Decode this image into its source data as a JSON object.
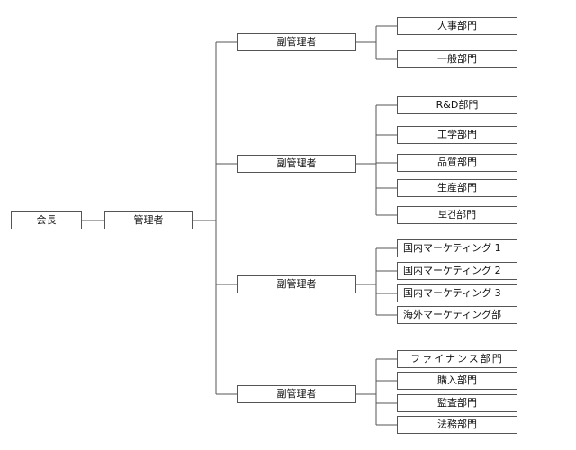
{
  "org": {
    "chairman": "会長",
    "manager": "管理者",
    "deputies": [
      {
        "label": "副管理者",
        "departments": [
          "人事部門",
          "一般部門"
        ]
      },
      {
        "label": "副管理者",
        "departments": [
          "R&D部門",
          "工学部門",
          "品質部門",
          "生産部門",
          "보건部門"
        ]
      },
      {
        "label": "副管理者",
        "departments": [
          "国内マーケティング 1",
          "国内マーケティング 2",
          "国内マーケティング 3",
          "海外マーケティング部"
        ]
      },
      {
        "label": "副管理者",
        "departments": [
          "ファイナンス部門",
          "購入部門",
          "監査部門",
          "法務部門"
        ]
      }
    ]
  },
  "colors": {
    "line": "#555555",
    "box_border": "#555555",
    "text": "#111111",
    "background": "#ffffff"
  }
}
